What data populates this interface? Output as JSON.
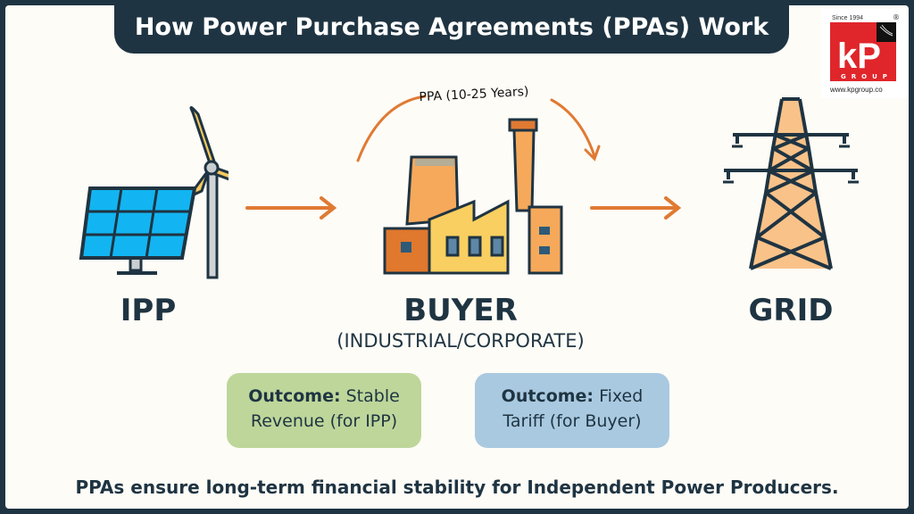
{
  "title": "How Power Purchase Agreements (PPAs) Work",
  "logo": {
    "since": "Since 1994",
    "mark": "KP",
    "group": "GROUP",
    "url": "www.kpgroup.co",
    "registered": "®"
  },
  "arc_label": "PPA (10-25 Years)",
  "nodes": {
    "ipp": "IPP",
    "buyer": "BUYER",
    "buyer_sub": "(INDUSTRIAL/CORPORATE)",
    "grid": "GRID"
  },
  "outcomes": [
    {
      "bold": "Outcome:",
      "line1": " Stable",
      "line2": "Revenue (for IPP)",
      "color": "#bed69a"
    },
    {
      "bold": "Outcome:",
      "line1": " Fixed",
      "line2": "Tariff (for Buyer)",
      "color": "#a9c9e0"
    }
  ],
  "footer": "PPAs ensure long-term financial stability for Independent Power Producers.",
  "colors": {
    "navy": "#1f3442",
    "arrow": "#e07a33"
  }
}
